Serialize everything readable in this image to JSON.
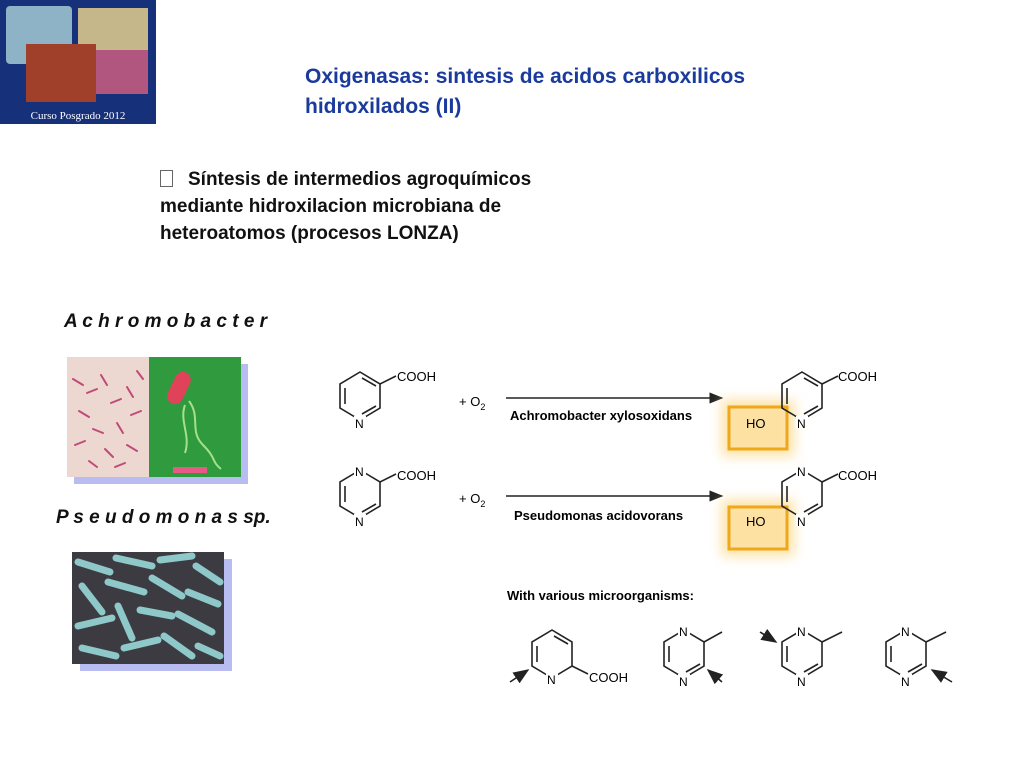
{
  "header": {
    "logo_caption": "Curso Posgrado 2012",
    "title_line1": "Oxigenasas: sintesis de acidos carboxilicos",
    "title_line2": "hidroxilados (II)"
  },
  "bullet": {
    "line1": "Síntesis de intermedios agroquímicos",
    "line2": "mediante hidroxilacion microbiana de",
    "line3": "heteroatomos (procesos LONZA)"
  },
  "organisms": {
    "achromobacter": "A c h r o m o b a c t e r",
    "pseudomonas": "P s e u d o m o n a s sp."
  },
  "scheme": {
    "reaction1": {
      "substituent": "COOH",
      "n_label": "N",
      "reagent": "+ O",
      "reagent_sub": "2",
      "catalyst": "Achromobacter xylosoxidans",
      "product_substituent": "COOH",
      "product_oh": "HO"
    },
    "reaction2": {
      "substituent": "COOH",
      "n_label": "N",
      "reagent": "+ O",
      "reagent_sub": "2",
      "catalyst": "Pseudomonas acidovorans",
      "product_substituent": "COOH",
      "product_oh": "HO"
    },
    "various_label": "With various microorganisms:",
    "various": {
      "cooh": "COOH",
      "n_label": "N"
    }
  },
  "colors": {
    "title": "#1a3b9c",
    "highlight_box": "#f0a71a",
    "highlight_glow": "#fde1a3",
    "logo_bg": "#16307a",
    "photo_frame": "#b8bcf0"
  }
}
